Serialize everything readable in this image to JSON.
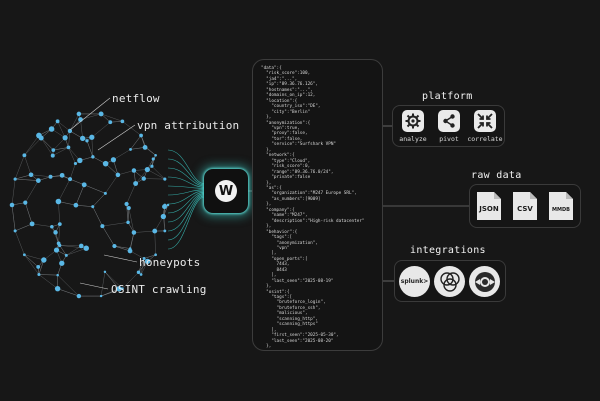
{
  "sources": {
    "netflow": "netflow",
    "vpn": "vpn attribution",
    "honeypots": "honeypots",
    "osint": "OSINT crawling"
  },
  "logo": {
    "glyph": "W",
    "glow_color": "#3fdcd6"
  },
  "json_lines": [
    "\"data\":{",
    "  \"risk_score\":100,",
    "  \"ja4\":\"...\",",
    "  \"ip\":\"89.36.76.126\",",
    "  \"hostnames\":\"...\",",
    "  \"domains_on_ip\":12,",
    "  \"location\":{",
    "    \"country_iso\":\"DE\",",
    "    \"city\":\"Berlin\"",
    "  },",
    "  \"anonymization\":{",
    "    \"vpn\":true,",
    "    \"proxy\":false,",
    "    \"tor\":false,",
    "    \"service\":\"Surfshark VPN\"",
    "  },",
    "  \"network\":{",
    "    \"type\":\"Cloud\",",
    "    \"risk_score\":0,",
    "    \"range\":\"89.36.76.0/24\",",
    "    \"private\":false",
    "  },",
    "  \"as\":{",
    "    \"organization\":\"M247 Europe SRL\",",
    "    \"as_numbers\":[9009]",
    "  },",
    "  \"company\":{",
    "    \"name\":\"M247\",",
    "    \"description\":\"High-risk datacenter\"",
    "  },",
    "  \"behavior\":{",
    "    \"tags\":[",
    "      \"anonymization\",",
    "      \"vpn\"",
    "    ],",
    "    \"open_ports\":[",
    "      7443,",
    "      8443",
    "    ],",
    "    \"last_seen\":\"2025-08-19\"",
    "  },",
    "  \"osint\":{",
    "    \"tags\":[",
    "      \"bruteforce_login\",",
    "      \"bruteforce_ssh\",",
    "      \"malicious\",",
    "      \"scanning_http\",",
    "      \"scanning_https\"",
    "    ],",
    "    \"first_seen\":\"2025-05-30\",",
    "    \"last_seen\":\"2025-08-20\"",
    "  },"
  ],
  "platform": {
    "title": "platform",
    "items": [
      {
        "label": "analyze",
        "icon": "gear-icon"
      },
      {
        "label": "pivot",
        "icon": "share-icon"
      },
      {
        "label": "correlate",
        "icon": "collapse-arrows-icon"
      }
    ]
  },
  "raw_data": {
    "title": "raw data",
    "formats": [
      "JSON",
      "CSV",
      "MMDB"
    ]
  },
  "integrations": {
    "title": "integrations",
    "items": [
      {
        "name": "splunk>",
        "icon": "splunk-logo"
      },
      {
        "name": "",
        "icon": "overlapping-circles-logo"
      },
      {
        "name": "",
        "icon": "lion-badge-logo"
      }
    ]
  },
  "colors": {
    "accent": "#3fdcd6",
    "node": "#5ab8e6",
    "background": "#171717"
  }
}
